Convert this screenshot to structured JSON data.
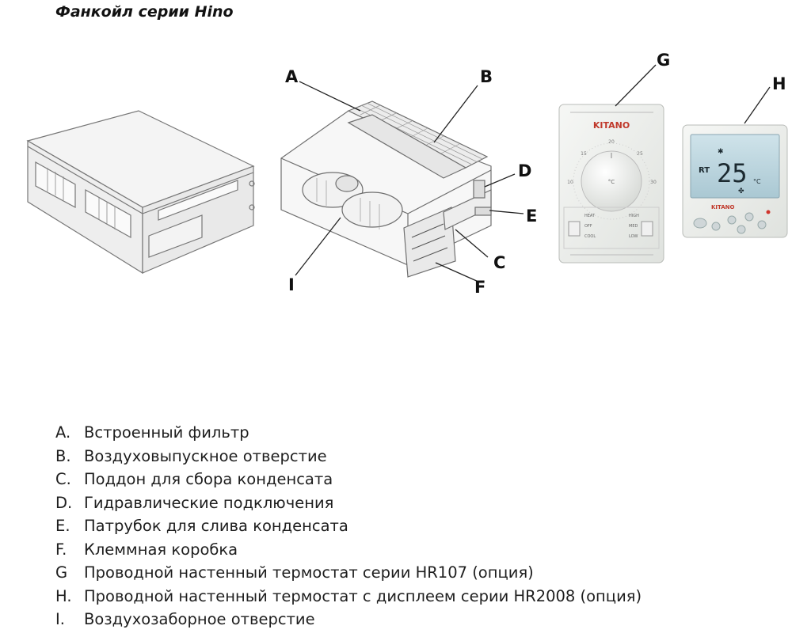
{
  "title": "Фанкойл серии Hino",
  "callouts": [
    "A",
    "B",
    "C",
    "D",
    "E",
    "F",
    "G",
    "H",
    "I"
  ],
  "thermostat_g": {
    "brand": "KITANO",
    "scale": [
      "15",
      "20",
      "25",
      "10",
      "30"
    ],
    "unit": "°C",
    "left_switch": [
      "HEAT",
      "OFF",
      "COOL"
    ],
    "right_switch": [
      "HIGH",
      "MED",
      "LOW"
    ]
  },
  "thermostat_h": {
    "brand": "KITANO",
    "rt_label": "RT",
    "temperature": "25",
    "unit": "°C"
  },
  "legend": [
    {
      "key": "A.",
      "text": "Встроенный фильтр"
    },
    {
      "key": "B.",
      "text": "Воздуховыпускное отверстие"
    },
    {
      "key": "C.",
      "text": "Поддон для сбора конденсата"
    },
    {
      "key": "D.",
      "text": "Гидравлические подключения"
    },
    {
      "key": "E.",
      "text": "Патрубок для слива конденсата"
    },
    {
      "key": "F.",
      "text": "Клеммная коробка"
    },
    {
      "key": "G",
      "text": "Проводной настенный термостат серии HR107 (опция)"
    },
    {
      "key": "H.",
      "text": "Проводной настенный термостат с дисплеем серии HR2008 (опция)"
    },
    {
      "key": "I.",
      "text": "Воздухозаборное отверстие"
    }
  ]
}
